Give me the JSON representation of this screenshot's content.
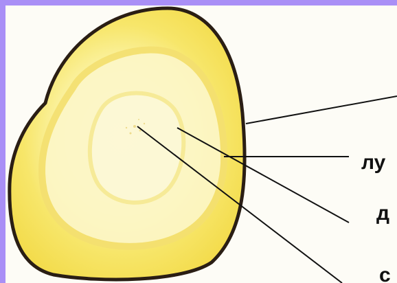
{
  "colors": {
    "border": "#a98ff6",
    "background": "#fdfcf6",
    "section_fill": "#fbf08a",
    "section_inner": "#fdf7c8",
    "outline": "#2a1e14",
    "leader_line": "#111111"
  },
  "labels": {
    "label1": "лу",
    "label2": "д",
    "label3": "с"
  }
}
